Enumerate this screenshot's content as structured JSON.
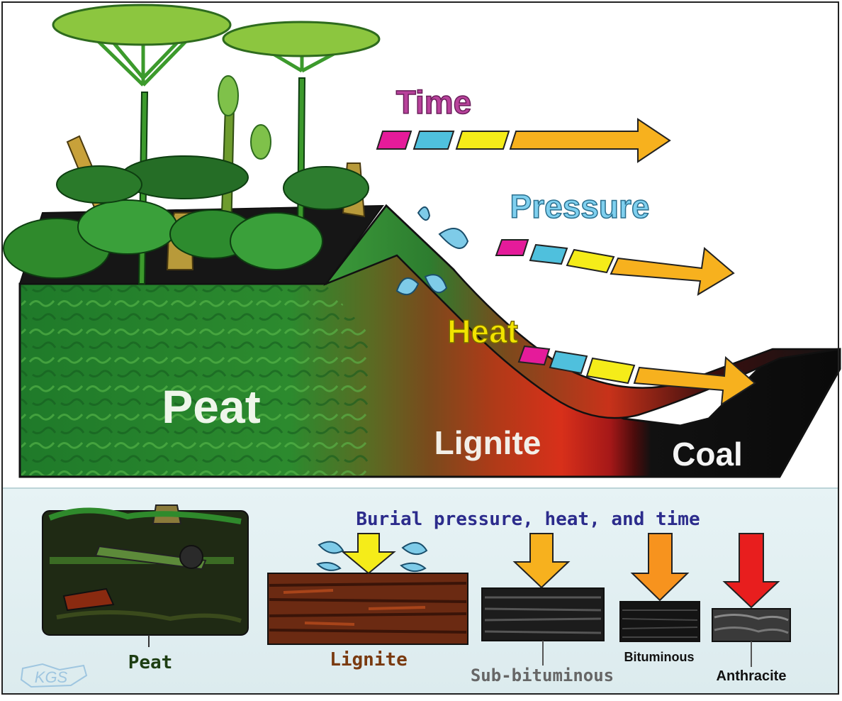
{
  "process_labels": {
    "time": "Time",
    "pressure": "Pressure",
    "heat": "Heat"
  },
  "colors": {
    "time": "#b8429b",
    "pressure": "#7fd0ef",
    "heat": "#f2e300",
    "arrow": "#f7b11e",
    "peat_green": "#2f8a2c",
    "lignite_red": "#c52a17",
    "coal_black": "#111111",
    "lower_panel": "#e6f2f4",
    "caption_blue": "#2c2c8c"
  },
  "stages_upper": {
    "peat": "Peat",
    "lignite": "Lignite",
    "coal": "Coal"
  },
  "lower": {
    "caption": "Burial pressure, heat, and time",
    "peat": "Peat",
    "lignite": "Lignite",
    "sub_bituminous": "Sub-bituminous",
    "bituminous": "Bituminous",
    "anthracite": "Anthracite",
    "logo": "KGS"
  }
}
